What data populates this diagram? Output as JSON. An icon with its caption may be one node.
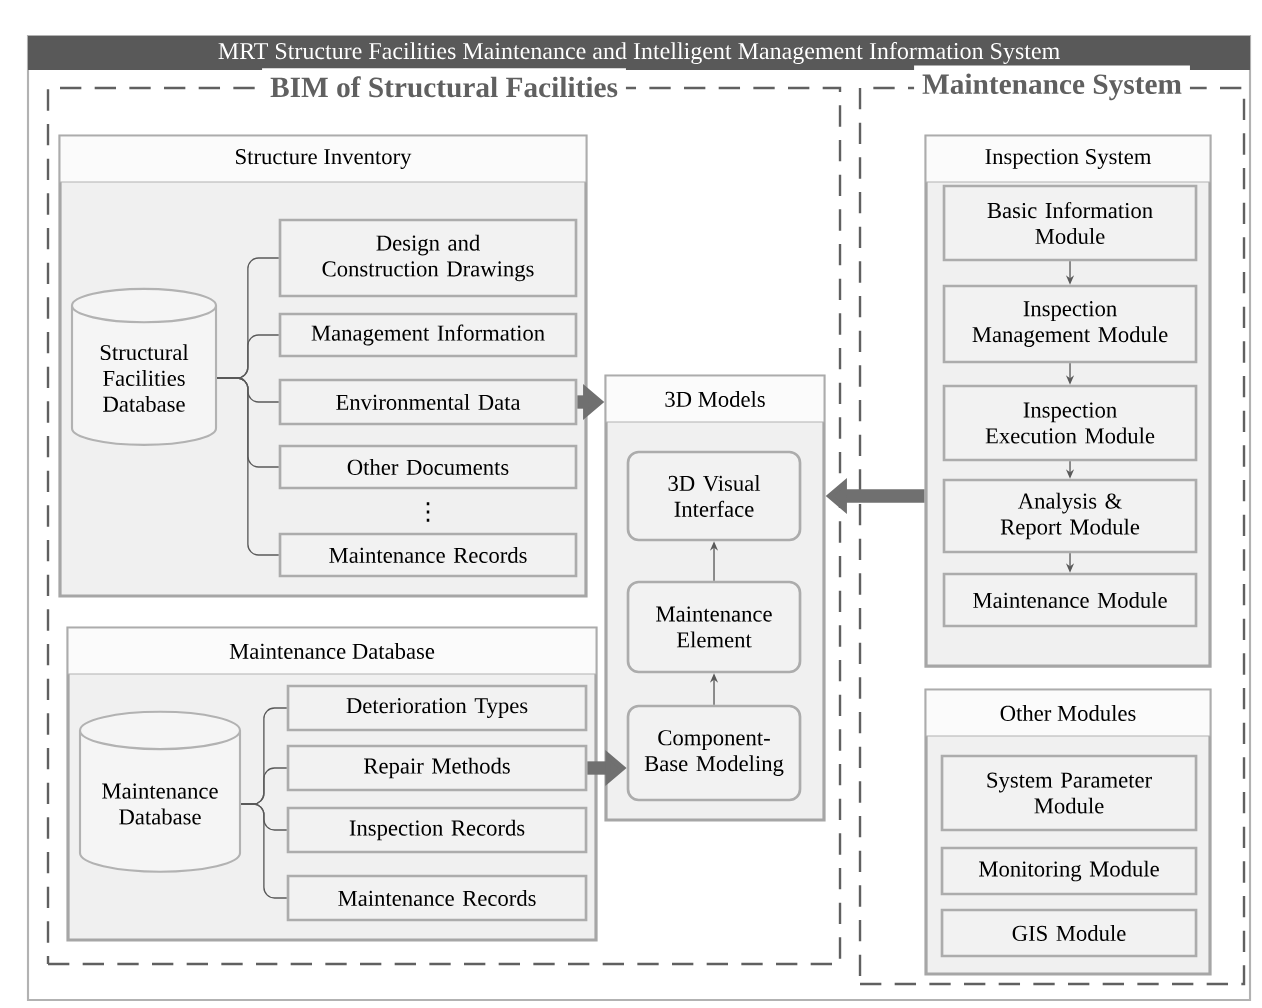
{
  "diagram": {
    "title": "MRT Structure Facilities Maintenance and Intelligent  Management Information System",
    "nodes": [
      {
        "text": [
          "BIM of Structural Facilities"
        ]
      },
      {
        "text": [
          "Structure Inventory"
        ],
        "in": 0
      },
      {
        "text": [
          "Structural Facilities Database"
        ],
        "in": 1
      },
      {
        "text": [
          "Design and Construction Drawings"
        ],
        "in": 1
      },
      {
        "text": [
          "Management Information"
        ],
        "in": 1
      },
      {
        "text": [
          "Environmental Data"
        ],
        "in": 1
      },
      {
        "text": [
          "Other Documents"
        ],
        "in": 1
      },
      {
        "text": [
          "Maintenance Records"
        ],
        "in": 1
      },
      {
        "text": [
          "Maintenance Database"
        ],
        "in": 0
      },
      {
        "text": [
          "Maintenance Database"
        ],
        "in": 8
      },
      {
        "text": [
          "Deterioration Types"
        ],
        "in": 8
      },
      {
        "text": [
          "Repair Methods"
        ],
        "in": 8
      },
      {
        "text": [
          "Inspection Records"
        ],
        "in": 8
      },
      {
        "text": [
          "Maintenance Records"
        ],
        "in": 8
      },
      {
        "text": [
          "3D Models"
        ],
        "in": 0
      },
      {
        "text": [
          "3D Visual Interface"
        ],
        "in": 14
      },
      {
        "text": [
          "Maintenance Element"
        ],
        "in": 14
      },
      {
        "text": [
          "Component-Base Modeling"
        ],
        "in": 14
      },
      {
        "text": [
          "Maintenance System"
        ]
      },
      {
        "text": [
          "Inspection System"
        ],
        "in": 18
      },
      {
        "text": [
          "Basic Information Module"
        ],
        "in": 19
      },
      {
        "text": [
          "Inspection Management Module"
        ],
        "in": 19
      },
      {
        "text": [
          "Inspection Execution Module"
        ],
        "in": 19
      },
      {
        "text": [
          "Analysis & Report Module"
        ],
        "in": 19
      },
      {
        "text": [
          "Maintenance Module"
        ],
        "in": 19
      },
      {
        "text": [
          "Other Modules"
        ],
        "in": 18
      },
      {
        "text": [
          "System Parameter Module"
        ],
        "in": 25
      },
      {
        "text": [
          "Monitoring Module"
        ],
        "in": 25
      },
      {
        "text": [
          "GIS Module"
        ],
        "in": 25
      }
    ],
    "edges": [
      {
        "from": 2,
        "to": 3,
        "arrow": "none"
      },
      {
        "from": 2,
        "to": 4,
        "arrow": "none"
      },
      {
        "from": 2,
        "to": 5,
        "arrow": "none"
      },
      {
        "from": 2,
        "to": 6,
        "arrow": "none"
      },
      {
        "from": 2,
        "to": 7,
        "arrow": "none"
      },
      {
        "from": 9,
        "to": 10,
        "arrow": "none"
      },
      {
        "from": 9,
        "to": 11,
        "arrow": "none"
      },
      {
        "from": 9,
        "to": 12,
        "arrow": "none"
      },
      {
        "from": 9,
        "to": 13,
        "arrow": "none"
      },
      {
        "from": 5,
        "to": 14,
        "arrow": "to",
        "style": "thick",
        "color": "#707070"
      },
      {
        "from": 11,
        "to": 17,
        "arrow": "to",
        "style": "thick",
        "color": "#707070"
      },
      {
        "from": 19,
        "to": 14,
        "arrow": "to",
        "style": "thick",
        "color": "#707070"
      },
      {
        "from": 17,
        "to": 16,
        "arrow": "to"
      },
      {
        "from": 16,
        "to": 15,
        "arrow": "to"
      },
      {
        "from": 20,
        "to": 21,
        "arrow": "to"
      },
      {
        "from": 21,
        "to": 22,
        "arrow": "to"
      },
      {
        "from": 22,
        "to": 23,
        "arrow": "to"
      },
      {
        "from": 23,
        "to": 24,
        "arrow": "to"
      }
    ],
    "labels": [
      "⋮"
    ]
  }
}
